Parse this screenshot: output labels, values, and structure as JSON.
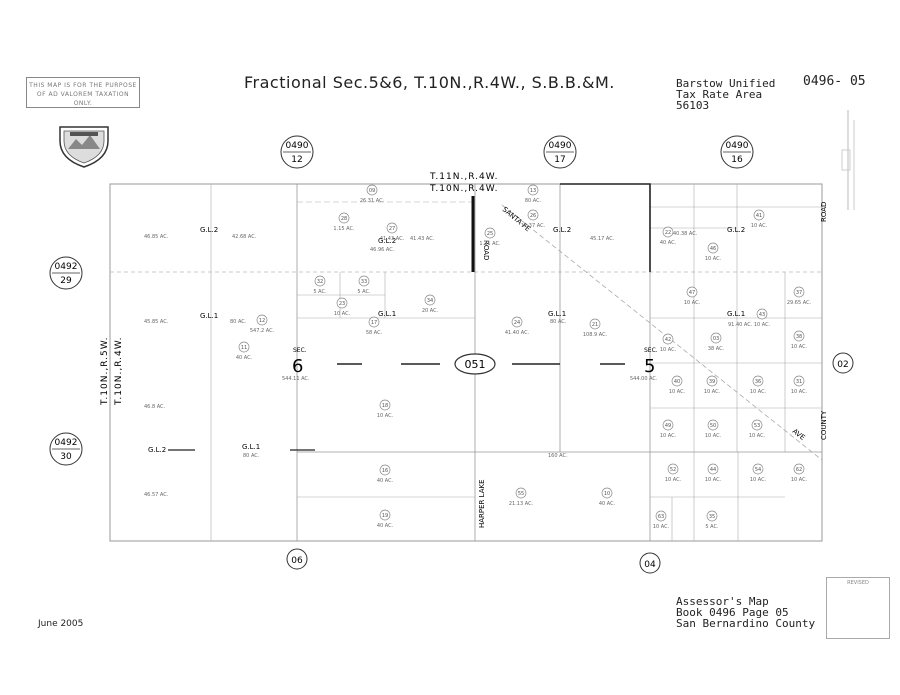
{
  "header": {
    "disclaimer": "THIS MAP IS FOR THE PURPOSE OF AD VALOREM TAXATION ONLY.",
    "title": "Fractional Sec.5&6, T.10N.,R.4W., S.B.B.&M.",
    "district_line1": "Barstow Unified",
    "district_line2": "Tax Rate Area",
    "tax_rate_area": "56103",
    "map_number": "0496- 05"
  },
  "adjoining_maps": {
    "top_left": {
      "book": "0490",
      "page": "12"
    },
    "top_mid": {
      "book": "0490",
      "page": "17"
    },
    "top_right": {
      "book": "0490",
      "page": "16"
    },
    "left_upper": {
      "book": "0492",
      "page": "29"
    },
    "left_lower": {
      "book": "0492",
      "page": "30"
    },
    "right": "02",
    "bottom_left": "06",
    "bottom_right": "04",
    "center": "051"
  },
  "township_labels": {
    "top": "T.11N.,R.4W.",
    "top2": "T.10N.,R.4W.",
    "left": "T.10N.,R.5W.",
    "left2": "T.10N.,R.4W."
  },
  "sections": {
    "sec6_label": "SEC.",
    "sec6_num": "6",
    "sec5_label": "SEC.",
    "sec5_num": "5"
  },
  "roads": {
    "road_top": "ROAD",
    "santa_fe": "SANTA FE",
    "harper_lake": "HARPER LAKE",
    "road_right": "ROAD",
    "county": "COUNTY",
    "ave": "AVE"
  },
  "gov_lots": {
    "gl2_a": "G.L.2",
    "gl1_a": "G.L.1",
    "gl2_b": "G.L.2",
    "gl1_b": "G.L.1",
    "gl2_c": "G.L.2",
    "gl1_c": "G.L.1",
    "gl2_d": "G.L.2",
    "gl1_d": "G.L.1",
    "gl2_e": "G.L.2"
  },
  "parcels": [
    {
      "num": "09",
      "ac": "26.31 AC."
    },
    {
      "num": "28",
      "ac": "1.15 AC."
    },
    {
      "num": "27",
      "ac": "41.43 AC."
    },
    {
      "num": "32",
      "ac": "5 AC."
    },
    {
      "num": "33",
      "ac": "5 AC."
    },
    {
      "num": "34",
      "ac": "20 AC."
    },
    {
      "num": "23",
      "ac": "10 AC."
    },
    {
      "num": "17",
      "ac": "58 AC."
    },
    {
      "num": "18",
      "ac": "10 AC."
    },
    {
      "num": "16",
      "ac": "40 AC."
    },
    {
      "num": "19",
      "ac": "40 AC."
    },
    {
      "num": "11",
      "ac": "40 AC."
    },
    {
      "num": "12",
      "ac": "547.2 AC."
    },
    {
      "num": "13",
      "ac": "80 AC."
    },
    {
      "num": "26",
      "ac": "11.37 AC."
    },
    {
      "num": "25",
      "ac": "1.31 AC."
    },
    {
      "num": "24",
      "ac": "41.40 AC."
    },
    {
      "num": "21",
      "ac": "108.9 AC."
    },
    {
      "num": "55",
      "ac": "21.13 AC."
    },
    {
      "num": "10",
      "ac": "40 AC."
    },
    {
      "num": "22",
      "ac": "40 AC."
    },
    {
      "num": "46",
      "ac": "10 AC."
    },
    {
      "num": "47",
      "ac": "10 AC."
    },
    {
      "num": "03",
      "ac": "38 AC."
    },
    {
      "num": "43",
      "ac": "10 AC."
    },
    {
      "num": "41",
      "ac": "10 AC."
    },
    {
      "num": "37",
      "ac": "29.65 AC."
    },
    {
      "num": "38",
      "ac": "10 AC."
    },
    {
      "num": "42",
      "ac": "10 AC."
    },
    {
      "num": "40",
      "ac": "10 AC."
    },
    {
      "num": "39",
      "ac": "10 AC."
    },
    {
      "num": "36",
      "ac": "10 AC."
    },
    {
      "num": "31",
      "ac": "10 AC."
    },
    {
      "num": "49",
      "ac": "10 AC."
    },
    {
      "num": "50",
      "ac": "10 AC."
    },
    {
      "num": "53",
      "ac": "10 AC."
    },
    {
      "num": "52",
      "ac": "10 AC."
    },
    {
      "num": "44",
      "ac": "10 AC."
    },
    {
      "num": "54",
      "ac": "10 AC."
    },
    {
      "num": "62",
      "ac": "10 AC."
    },
    {
      "num": "63",
      "ac": "10 AC."
    },
    {
      "num": "35",
      "ac": "5 AC."
    }
  ],
  "acreage_labels": {
    "a1": "46.85 AC.",
    "a2": "42.68 AC.",
    "a3": "46.96 AC.",
    "a4": "41.43 AC.",
    "a5": "45.85 AC.",
    "a6": "80 AC.",
    "a7": "544.11 AC.",
    "a8": "46.8 AC.",
    "a9": "80 AC.",
    "a10": "46.57 AC.",
    "a11": "45.17 AC.",
    "a12": "80 AC.",
    "a13": "544.00 AC.",
    "a14": "160 AC.",
    "a15": "40.38 AC.",
    "a16": "91.40 AC."
  },
  "footer": {
    "date": "June 2005",
    "map_type": "Assessor's Map",
    "book_page": "Book 0496 Page 05",
    "county": "San Bernardino County",
    "revised": "REVISED"
  }
}
